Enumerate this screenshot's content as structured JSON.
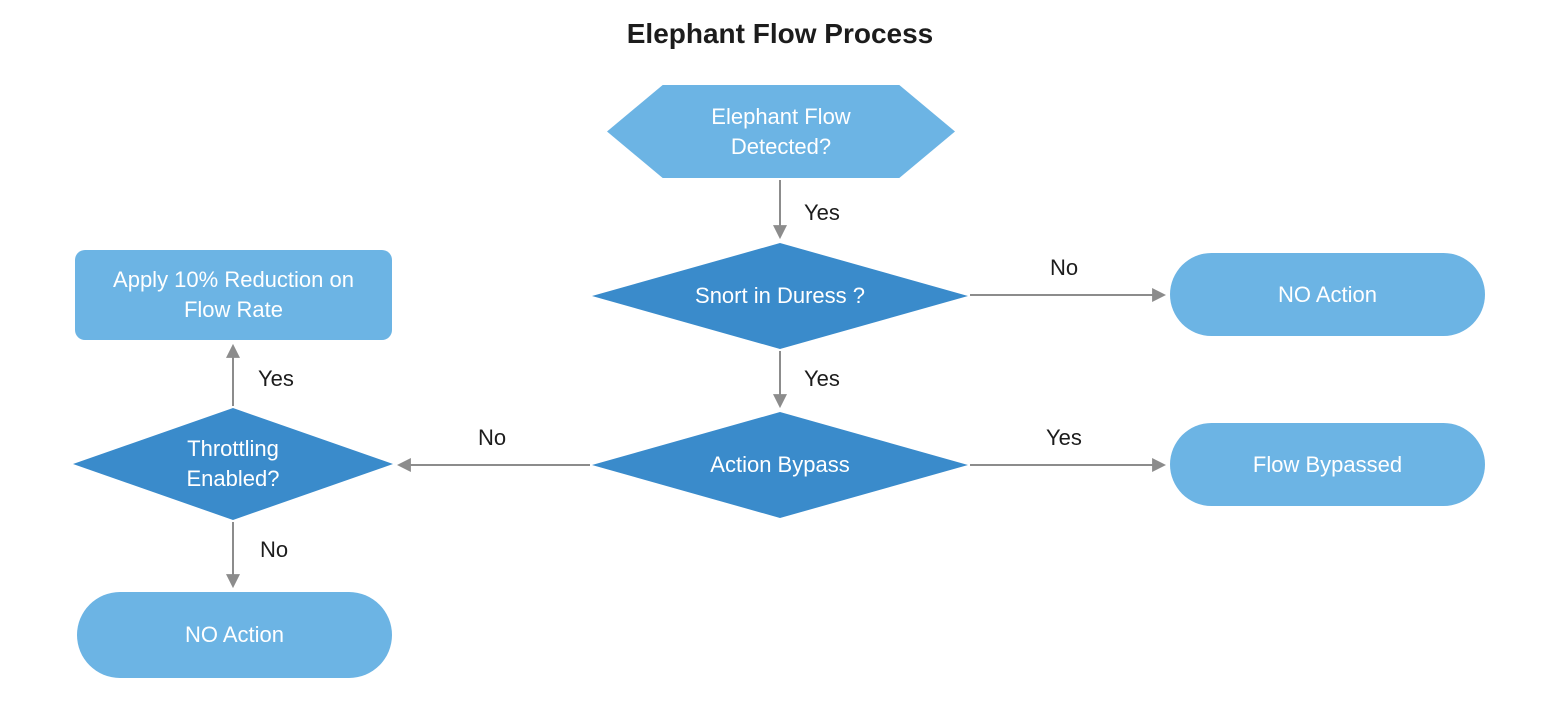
{
  "title": "Elephant Flow Process",
  "colors": {
    "light_blue": "#6CB4E4",
    "dark_blue": "#3A8BCB",
    "arrow_gray": "#8C8C8C",
    "node_text": "#FFFFFF",
    "text_dark": "#1C1C1C"
  },
  "nodes": {
    "elephant_flow_detected": {
      "type": "hexagon",
      "label": "Elephant Flow Detected?"
    },
    "snort_in_duress": {
      "type": "diamond",
      "label": "Snort in Duress ?"
    },
    "no_action_right": {
      "type": "stadium",
      "label": "NO Action"
    },
    "action_bypass": {
      "type": "diamond",
      "label": "Action Bypass"
    },
    "flow_bypassed": {
      "type": "stadium",
      "label": "Flow Bypassed"
    },
    "throttling_enabled": {
      "type": "diamond",
      "label": "Throttling Enabled?"
    },
    "apply_reduction": {
      "type": "rect",
      "label": "Apply 10% Reduction on Flow Rate"
    },
    "no_action_bottom": {
      "type": "stadium",
      "label": "NO Action"
    }
  },
  "edges": {
    "detected_to_snort": {
      "label": "Yes"
    },
    "snort_to_no_action": {
      "label": "No"
    },
    "snort_to_bypass": {
      "label": "Yes"
    },
    "bypass_to_flow_bypassed": {
      "label": "Yes"
    },
    "bypass_to_throttling": {
      "label": "No"
    },
    "throttling_to_apply": {
      "label": "Yes"
    },
    "throttling_to_no_action": {
      "label": "No"
    }
  }
}
